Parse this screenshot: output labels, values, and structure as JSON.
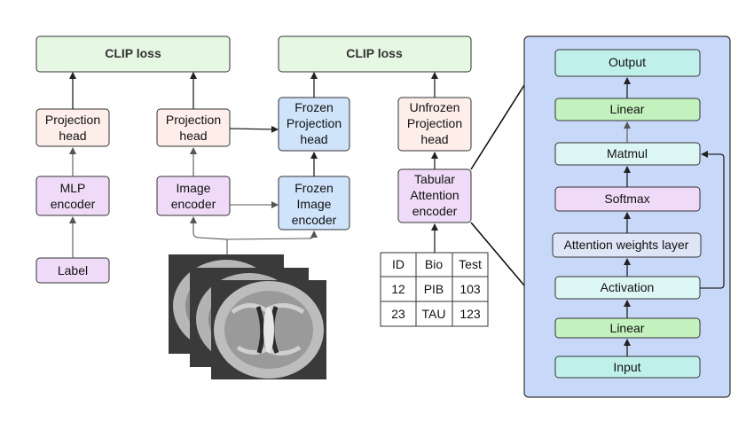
{
  "clip_losses": [
    "CLIP loss",
    "CLIP loss"
  ],
  "left_branch": {
    "projection_head": [
      "Projection",
      "head"
    ],
    "encoder": [
      "MLP",
      "encoder"
    ],
    "input": "Label"
  },
  "image_branch": {
    "projection_head": [
      "Projection",
      "head"
    ],
    "encoder": [
      "Image",
      "encoder"
    ],
    "frozen_projection_head": [
      "Frozen",
      "Projection",
      "head"
    ],
    "frozen_encoder": [
      "Frozen",
      "Image",
      "encoder"
    ]
  },
  "tabular_branch": {
    "projection_head": [
      "Unfrozen",
      "Projection",
      "head"
    ],
    "encoder": [
      "Tabular",
      "Attention",
      "encoder"
    ]
  },
  "table": {
    "headers": [
      "ID",
      "Bio",
      "Test"
    ],
    "rows": [
      [
        "12",
        "PIB",
        "103"
      ],
      [
        "23",
        "TAU",
        "123"
      ]
    ]
  },
  "attention_module": {
    "layers": [
      "Output",
      "Linear",
      "Matmul",
      "Softmax",
      "Attention weights layer",
      "Activation",
      "Linear",
      "Input"
    ]
  },
  "colors": {
    "clip_fill": "#e6f7e3",
    "pink_fill": "#fdeeea",
    "purple_fill": "#efdaf7",
    "blue_fill": "#cfe3fb",
    "panel_fill": "#c8d8f8",
    "teal_fill": "#bff1ea",
    "green_fill": "#c3f2be",
    "lightcyan_fill": "#dcf6f3",
    "lightblue_fill": "#dde5f6"
  }
}
